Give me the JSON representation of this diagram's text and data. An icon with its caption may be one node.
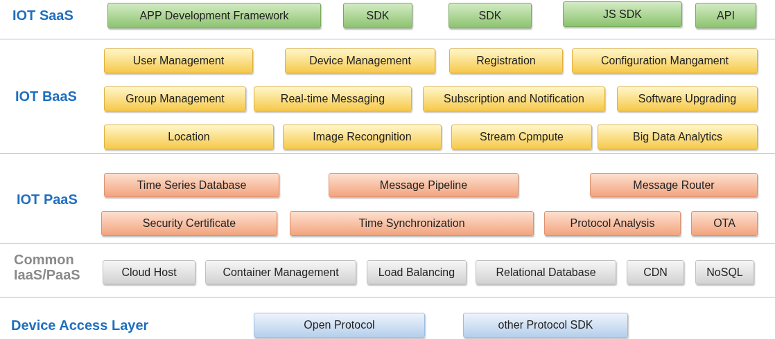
{
  "diagram": {
    "nodes": [
      {
        "text": [
          "IOT SaaS"
        ]
      },
      {
        "text": [
          "APP Development Framework"
        ],
        "in": 0
      },
      {
        "text": [
          "SDK"
        ],
        "in": 0
      },
      {
        "text": [
          "SDK"
        ],
        "in": 0
      },
      {
        "text": [
          "JS SDK"
        ],
        "in": 0
      },
      {
        "text": [
          "API"
        ],
        "in": 0
      },
      {
        "text": [
          "IOT BaaS"
        ]
      },
      {
        "text": [
          "User Management"
        ],
        "in": 6
      },
      {
        "text": [
          "Device Management"
        ],
        "in": 6
      },
      {
        "text": [
          "Registration"
        ],
        "in": 6
      },
      {
        "text": [
          "Configuration Mangament"
        ],
        "in": 6
      },
      {
        "text": [
          "Group Management"
        ],
        "in": 6
      },
      {
        "text": [
          "Real-time Messaging"
        ],
        "in": 6
      },
      {
        "text": [
          "Subscription and Notification"
        ],
        "in": 6
      },
      {
        "text": [
          "Software Upgrading"
        ],
        "in": 6
      },
      {
        "text": [
          "Location"
        ],
        "in": 6
      },
      {
        "text": [
          "Image Recongnition"
        ],
        "in": 6
      },
      {
        "text": [
          "Stream Cpmpute"
        ],
        "in": 6
      },
      {
        "text": [
          "Big Data Analytics"
        ],
        "in": 6
      },
      {
        "text": [
          "IOT PaaS"
        ]
      },
      {
        "text": [
          "Time Series Database"
        ],
        "in": 19
      },
      {
        "text": [
          "Message Pipeline"
        ],
        "in": 19
      },
      {
        "text": [
          "Message Router"
        ],
        "in": 19
      },
      {
        "text": [
          "Security Certificate"
        ],
        "in": 19
      },
      {
        "text": [
          "Time Synchronization"
        ],
        "in": 19
      },
      {
        "text": [
          "Protocol Analysis"
        ],
        "in": 19
      },
      {
        "text": [
          "OTA"
        ],
        "in": 19
      },
      {
        "text": [
          "Common IaaS/PaaS"
        ]
      },
      {
        "text": [
          "Cloud Host"
        ],
        "in": 27
      },
      {
        "text": [
          "Container Management"
        ],
        "in": 27
      },
      {
        "text": [
          "Load Balancing"
        ],
        "in": 27
      },
      {
        "text": [
          "Relational Database"
        ],
        "in": 27
      },
      {
        "text": [
          "CDN"
        ],
        "in": 27
      },
      {
        "text": [
          "NoSQL"
        ],
        "in": 27
      },
      {
        "text": [
          "Device Access Layer"
        ]
      },
      {
        "text": [
          "Open Protocol"
        ],
        "in": 34
      },
      {
        "text": [
          "other Protocol SDK"
        ],
        "in": 34
      }
    ],
    "edges": []
  }
}
